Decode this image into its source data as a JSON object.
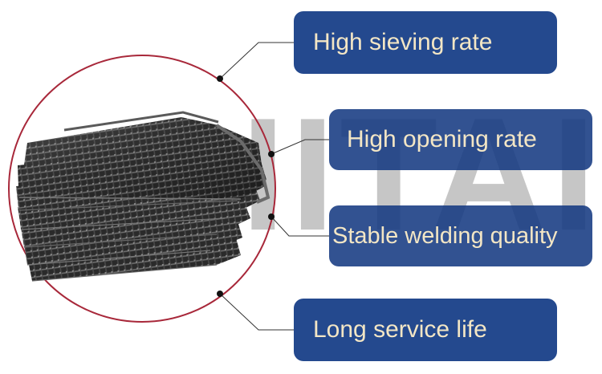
{
  "watermark": {
    "text": "IITAI"
  },
  "features": [
    {
      "label": "High sieving rate"
    },
    {
      "label": "High opening rate"
    },
    {
      "label": "Stable welding quality"
    },
    {
      "label": "Long service life"
    }
  ],
  "colors": {
    "badge": "#1b4289",
    "badge_text": "#f3e6c5",
    "circle": "#a8283a",
    "watermark": "#bdbdbd"
  }
}
